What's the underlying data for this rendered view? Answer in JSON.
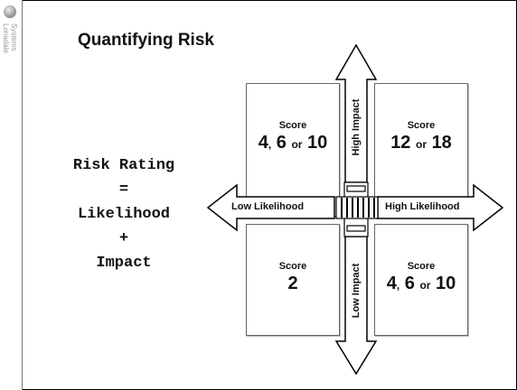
{
  "sidebar": {
    "brand_line1": "Lonadale",
    "brand_line2": "Systems",
    "logo_icon": "globe-icon"
  },
  "slide": {
    "title": "Quantifying Risk",
    "rating": {
      "line1": "Risk Rating",
      "line2": "=",
      "line3": "Likelihood",
      "line4": "+",
      "line5": "Impact"
    },
    "quadrants": {
      "top_left": {
        "label": "Score",
        "v1": "4",
        "sep1": ",",
        "v2": "6",
        "sep2": "or",
        "v3": "10"
      },
      "top_right": {
        "label": "Score",
        "v1": "12",
        "sep1": "or",
        "v2": "18"
      },
      "bottom_left": {
        "label": "Score",
        "v1": "2"
      },
      "bottom_right": {
        "label": "Score",
        "v1": "4",
        "sep1": ",",
        "v2": "6",
        "sep2": "or",
        "v3": "10"
      }
    },
    "axes": {
      "up": "High Impact",
      "down": "Low Impact",
      "left": "Low Likelihood",
      "right": "High Likelihood"
    }
  }
}
